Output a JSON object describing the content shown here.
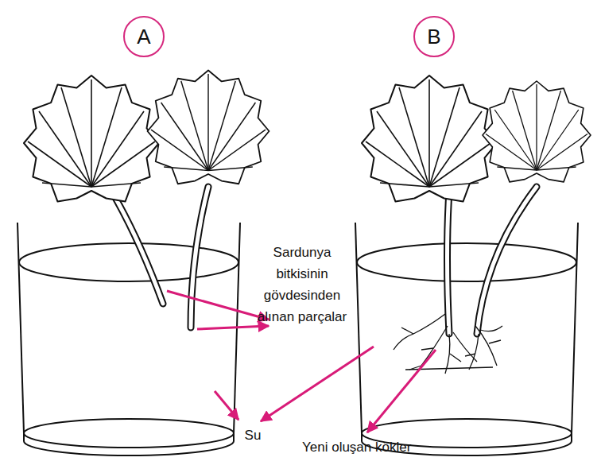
{
  "diagram": {
    "nodes": [
      {
        "text": [
          "A"
        ]
      },
      {
        "text": [
          "B"
        ]
      }
    ],
    "labels": [
      "Sardunya bitkisinin gövdesinden alınan parçalar",
      "Su",
      "Yeni oluşan kökler"
    ]
  }
}
